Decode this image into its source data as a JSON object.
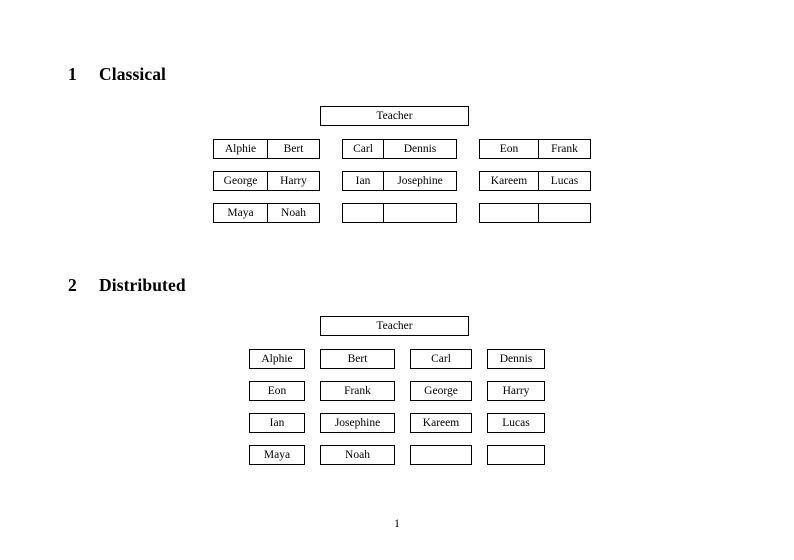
{
  "page": {
    "page_number": "1"
  },
  "sections": [
    {
      "number": "1",
      "title": "Classical",
      "teacher_label": "Teacher",
      "groups": [
        {
          "rows": [
            [
              "Alphie",
              "Bert"
            ],
            [
              "George",
              "Harry"
            ],
            [
              "Maya",
              "Noah"
            ]
          ]
        },
        {
          "rows": [
            [
              "Carl",
              "Dennis"
            ],
            [
              "Ian",
              "Josephine"
            ],
            [
              "",
              ""
            ]
          ]
        },
        {
          "rows": [
            [
              "Eon",
              "Frank"
            ],
            [
              "Kareem",
              "Lucas"
            ],
            [
              "",
              ""
            ]
          ]
        }
      ]
    },
    {
      "number": "2",
      "title": "Distributed",
      "teacher_label": "Teacher",
      "columns": [
        {
          "cells": [
            "Alphie",
            "Eon",
            "Ian",
            "Maya"
          ]
        },
        {
          "cells": [
            "Bert",
            "Frank",
            "Josephine",
            "Noah"
          ]
        },
        {
          "cells": [
            "Carl",
            "George",
            "Kareem",
            ""
          ]
        },
        {
          "cells": [
            "Dennis",
            "Harry",
            "Lucas",
            ""
          ]
        }
      ]
    }
  ]
}
